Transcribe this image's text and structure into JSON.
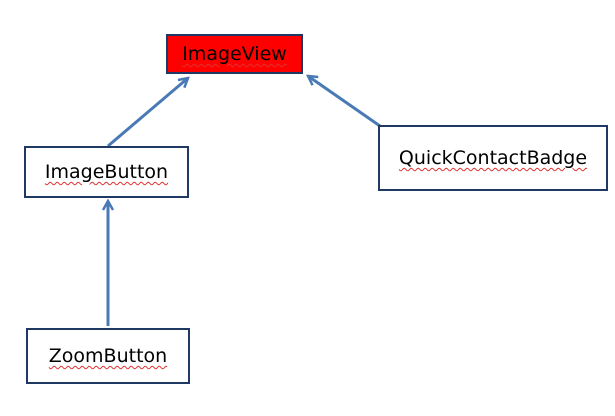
{
  "diagram": {
    "nodes": {
      "imageview": {
        "label": "ImageView",
        "fill": "#ff0000"
      },
      "imagebutton": {
        "label": "ImageButton",
        "fill": "#ffffff"
      },
      "quickcontactbadge": {
        "label": "QuickContactBadge",
        "fill": "#ffffff"
      },
      "zoombutton": {
        "label": "ZoomButton",
        "fill": "#ffffff"
      }
    },
    "edges": [
      {
        "from": "imagebutton",
        "to": "imageview"
      },
      {
        "from": "quickcontactbadge",
        "to": "imageview"
      },
      {
        "from": "zoombutton",
        "to": "imagebutton"
      }
    ],
    "border_color": "#1f3864",
    "arrow_color": "#4a7ab5"
  }
}
